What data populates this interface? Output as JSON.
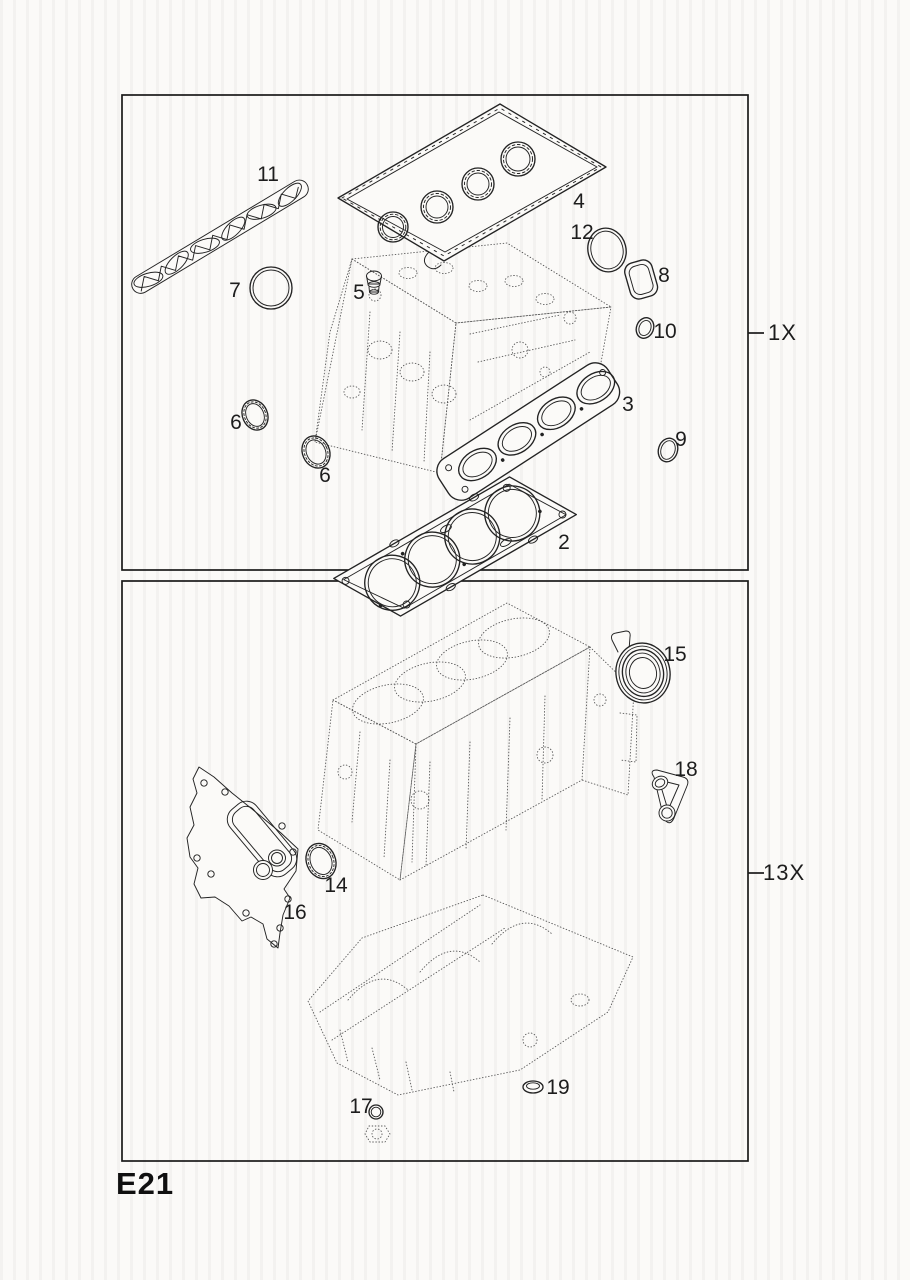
{
  "figure": {
    "code": "E21",
    "quantities": {
      "top": "1X",
      "bottom": "13X"
    },
    "top_callouts": [
      "11",
      "4",
      "12",
      "8",
      "7",
      "5",
      "10",
      "6",
      "3",
      "9",
      "6",
      "2"
    ],
    "bottom_callouts": [
      "15",
      "18",
      "14",
      "16",
      "17",
      "19"
    ],
    "colors": {
      "line": "#232323",
      "ghost": "#575757",
      "paper": "#fbfaf8"
    }
  }
}
